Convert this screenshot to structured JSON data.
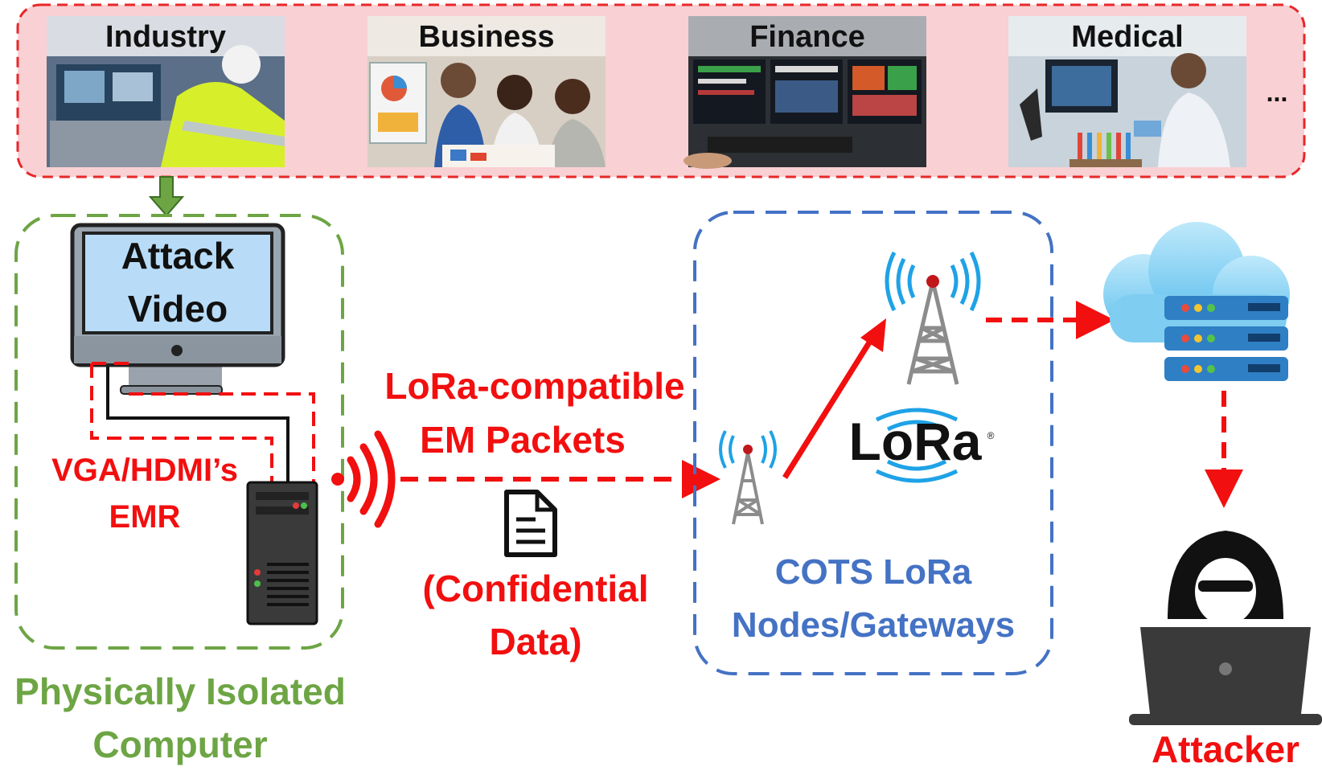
{
  "domains": {
    "items": [
      {
        "label": "Industry"
      },
      {
        "label": "Business"
      },
      {
        "label": "Finance"
      },
      {
        "label": "Medical"
      }
    ],
    "more": "..."
  },
  "monitor": {
    "line1": "Attack",
    "line2": "Video"
  },
  "emr": {
    "line1": "VGA/HDMI’s",
    "line2": "EMR"
  },
  "isolated": {
    "line1": "Physically Isolated",
    "line2": "Computer"
  },
  "packets": {
    "line1": "LoRa-compatible",
    "line2": "EM Packets"
  },
  "data": {
    "line1": "(Confidential",
    "line2": "Data)"
  },
  "lora_logo": {
    "text": "LoRa",
    "mark": "®"
  },
  "cots": {
    "line1": "COTS LoRa",
    "line2": "Nodes/Gateways"
  },
  "attacker": {
    "label": "Attacker"
  },
  "icons": [
    "monitor-icon",
    "pc-tower-icon",
    "wave-emitter-icon",
    "document-icon",
    "antenna-tower-icon",
    "cloud-server-icon",
    "hacker-icon"
  ],
  "colors": {
    "domains_border": "#e8272a",
    "domains_fill": "#f9d0d3",
    "isolated_green": "#6da544",
    "lora_blue": "#4472c4",
    "red": "#f20f0f",
    "wave_blue": "#1fa2e6"
  }
}
